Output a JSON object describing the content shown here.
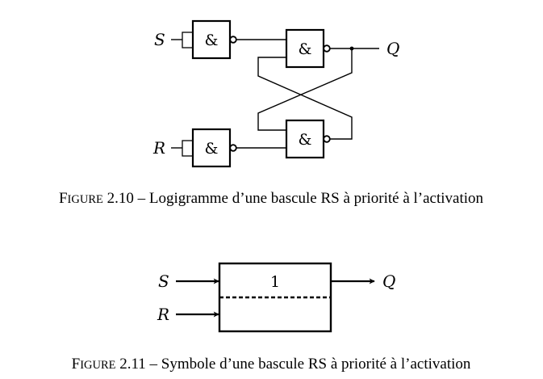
{
  "figure_1": {
    "caption_lead": "F",
    "caption_smallcaps": "IGURE",
    "caption_rest": " 2.10 – Logigramme d’une bascule RS à priorité à l’activation",
    "input_s": "S",
    "input_r": "R",
    "output_q": "Q",
    "gate_symbol": "&"
  },
  "figure_2": {
    "caption_lead": "F",
    "caption_smallcaps": "IGURE",
    "caption_rest": " 2.11 – Symbole d’une bascule RS à priorité à l’activation",
    "input_s": "S",
    "input_r": "R",
    "output_q": "Q",
    "block_label": "1"
  }
}
